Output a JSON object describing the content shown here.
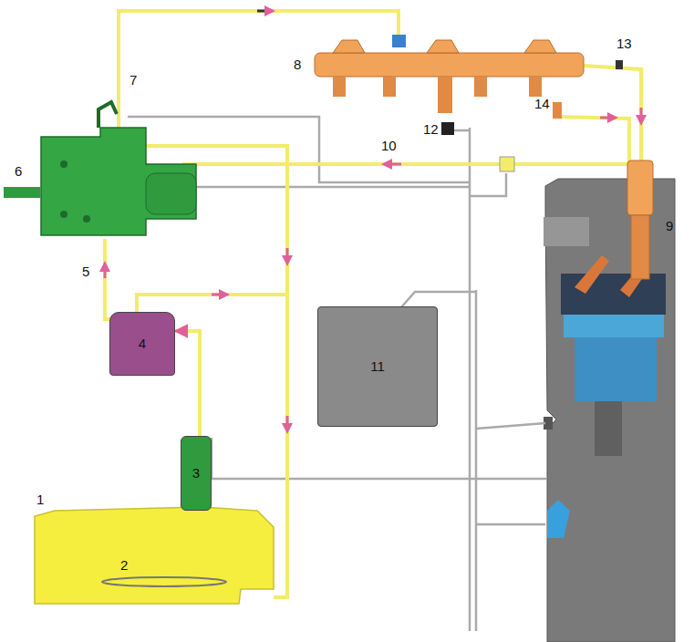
{
  "diagram": {
    "nodes": [
      {
        "text": [
          "3"
        ]
      },
      {
        "text": [
          "4"
        ]
      },
      {
        "text": [
          "11"
        ]
      }
    ],
    "edges": [
      {
        "from": 0,
        "to": 1,
        "arrow": "to"
      }
    ],
    "labels": [
      "1",
      "2",
      "5",
      "6",
      "7",
      "8",
      "9",
      "10",
      "12",
      "13",
      "14"
    ]
  }
}
